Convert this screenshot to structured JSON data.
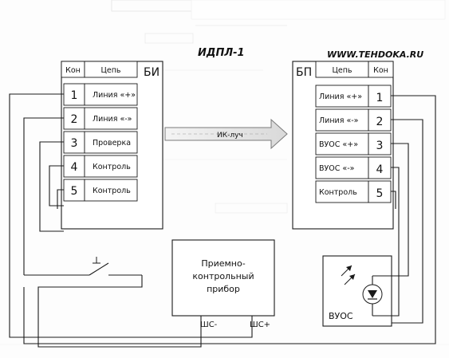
{
  "title": "ИДПЛ-1",
  "watermark": "WWW.TEHDOKA.RU",
  "bi": {
    "label": "БИ",
    "header": {
      "kon": "Кон",
      "cep": "Цепь"
    },
    "rows": [
      {
        "num": "1",
        "circuit": "Линия «+»"
      },
      {
        "num": "2",
        "circuit": "Линия «-»"
      },
      {
        "num": "3",
        "circuit": "Проверка"
      },
      {
        "num": "4",
        "circuit": "Контроль"
      },
      {
        "num": "5",
        "circuit": "Контроль"
      }
    ]
  },
  "bp": {
    "label": "БП",
    "header": {
      "cep": "Цепь",
      "kon": "Кон"
    },
    "rows": [
      {
        "num": "1",
        "circuit": "Линия «+»"
      },
      {
        "num": "2",
        "circuit": "Линия «-»"
      },
      {
        "num": "3",
        "circuit": "ВУОС «+»"
      },
      {
        "num": "4",
        "circuit": "ВУОС «-»"
      },
      {
        "num": "5",
        "circuit": "Контроль"
      }
    ]
  },
  "ir_beam": {
    "label": "ИК-луч"
  },
  "panel": {
    "line1": "Приемно-",
    "line2": "контрольный",
    "line3": "прибор",
    "terminal_minus": "ШС-",
    "terminal_plus": "ШС+"
  },
  "vuos": {
    "label": "ВУОС"
  }
}
